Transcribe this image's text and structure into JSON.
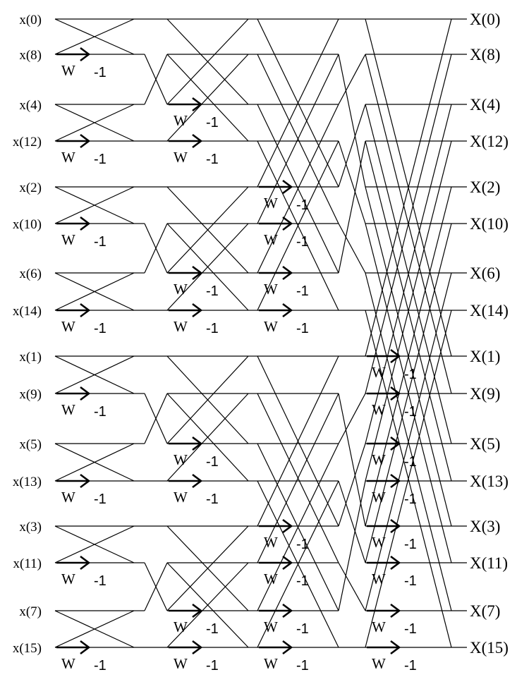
{
  "inputs": [
    "x(0)",
    "x(8)",
    "x(4)",
    "x(12)",
    "x(2)",
    "x(10)",
    "x(6)",
    "x(14)",
    "x(1)",
    "x(9)",
    "x(5)",
    "x(13)",
    "x(3)",
    "x(11)",
    "x(7)",
    "x(15)"
  ],
  "outputs": [
    "X(0)",
    "X(8)",
    "X(4)",
    "X(12)",
    "X(2)",
    "X(10)",
    "X(6)",
    "X(14)",
    "X(1)",
    "X(9)",
    "X(5)",
    "X(13)",
    "X(3)",
    "X(11)",
    "X(7)",
    "X(15)"
  ],
  "twiddle_label": "W",
  "minus_label": "-1"
}
